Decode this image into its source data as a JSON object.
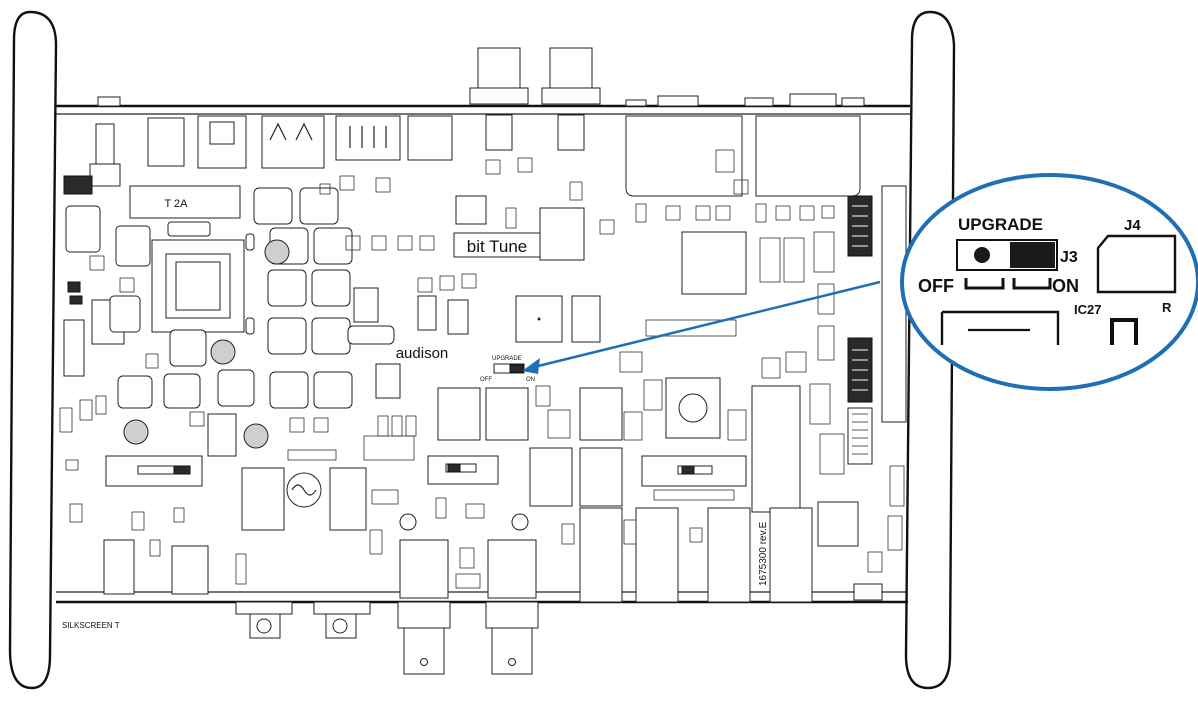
{
  "board": {
    "label_bit_tune": "bit Tune",
    "label_audison": "audison",
    "label_silkscreen": "SILKSCREEN T",
    "label_fuse": "T 2A",
    "label_upgrade_small": "UPGRADE",
    "label_off_small": "OFF",
    "label_on_small": "ON",
    "label_revision": "1675300 rev.E"
  },
  "callout": {
    "upgrade": "UPGRADE",
    "j3": "J3",
    "off": "OFF",
    "on": "ON",
    "j4": "J4",
    "ic27": "IC27",
    "r": "R"
  },
  "colors": {
    "callout_ring": "#1f6fb5",
    "line": "#222222",
    "background": "#ffffff"
  }
}
